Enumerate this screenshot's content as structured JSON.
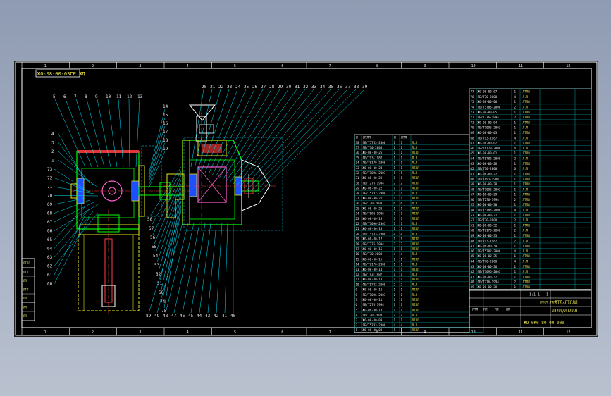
{
  "drawing": {
    "number_top": "ЖО-08-00-0ЗГЕ.ЖД",
    "number_bottom": "ЖО-0К0-80-00-000",
    "sheet_label": "ЛТКЛ ЛТЛЛ",
    "scale_cells": [
      "1:1",
      "1",
      "1"
    ]
  },
  "border": {
    "top_zones": [
      "1",
      "2",
      "3",
      "4",
      "5",
      "6",
      "7",
      "8",
      "9",
      "10",
      "11",
      "12"
    ],
    "bottom_zones": [
      "1",
      "2",
      "3",
      "4",
      "5",
      "6",
      "7",
      "8",
      "9",
      "10",
      "11",
      "12"
    ]
  },
  "callouts": {
    "top": [
      "5",
      "6",
      "7",
      "8",
      "9",
      "10",
      "11",
      "12",
      "13",
      "20",
      "21",
      "22",
      "23",
      "24",
      "25",
      "26",
      "27",
      "28",
      "29",
      "30",
      "31",
      "32",
      "33",
      "34",
      "35",
      "36",
      "37",
      "38",
      "39",
      "14",
      "15",
      "16",
      "17",
      "18",
      "19"
    ],
    "left": [
      "4",
      "3",
      "2",
      "1",
      "73",
      "72",
      "71",
      "70",
      "69",
      "68",
      "67",
      "66",
      "65",
      "64",
      "63",
      "62",
      "61",
      "60"
    ],
    "bottom": [
      "89",
      "49",
      "48",
      "47",
      "46",
      "45",
      "44",
      "43",
      "42",
      "41",
      "40",
      "58",
      "57",
      "56",
      "55",
      "54",
      "53",
      "52",
      "51",
      "50",
      "74",
      "75"
    ]
  },
  "parts_list_a": {
    "rows": [
      [
        "38",
        "ГБ/Т5783-2000",
        "1",
        "1",
        "Л.Л"
      ],
      [
        "37",
        "ГБ/Т70-2000",
        "1",
        "1",
        "Л.Л"
      ],
      [
        "36",
        "ЖО-08-00-25",
        "1",
        "1",
        "ЛТЛЛ"
      ],
      [
        "35",
        "ГБ/Т93-1987",
        "1",
        "1",
        "Л.Л"
      ],
      [
        "34",
        "ГБ/Т6170-2000",
        "1",
        "1",
        "Л.Л"
      ],
      [
        "33",
        "ЖО-08-00-24",
        "1",
        "1",
        "ЛТЛЛ"
      ],
      [
        "32",
        "ГБ/Т1096-2003",
        "1",
        "1",
        "Л.Л"
      ],
      [
        "31",
        "ЖО-08-00-23",
        "1",
        "1",
        "ЛТЛЛ"
      ],
      [
        "30",
        "ГБ/Т276-1994",
        "2",
        "2",
        "ЛТЛЛ"
      ],
      [
        "29",
        "ЖО-08-00-22",
        "1",
        "1",
        "ЛТЛЛ"
      ],
      [
        "28",
        "ГБ/Т5782-2000",
        "4",
        "4",
        "Л.Л"
      ],
      [
        "27",
        "ЖО-08-00-21",
        "1",
        "1",
        "ЛТЛЛ"
      ],
      [
        "26",
        "ГБ/Т70-2000",
        "6",
        "6",
        "Л.Л"
      ],
      [
        "25",
        "ЖО-08-00-20",
        "1",
        "1",
        "ЛТЛЛ"
      ],
      [
        "24",
        "ГБ/Т893-1986",
        "1",
        "1",
        "ЛТЛЛ"
      ],
      [
        "23",
        "ЖО-08-00-19",
        "1",
        "1",
        "ЛТЛЛ"
      ],
      [
        "22",
        "ГБ/Т1096-2003",
        "1",
        "1",
        "Л.Л"
      ],
      [
        "21",
        "ЖО-08-00-18",
        "1",
        "1",
        "ЛТЛЛ"
      ],
      [
        "20",
        "ГБ/Т5783-2000",
        "4",
        "4",
        "Л.Л"
      ],
      [
        "19",
        "ЖО-08-00-17",
        "1",
        "1",
        "ЛТЛЛ"
      ],
      [
        "18",
        "ГБ/Т276-1994",
        "2",
        "2",
        "ЛТЛЛ"
      ],
      [
        "17",
        "ЖО-08-00-16",
        "1",
        "1",
        "ЛТЛЛ"
      ],
      [
        "16",
        "ГБ/Т70-2000",
        "4",
        "4",
        "Л.Л"
      ],
      [
        "15",
        "ЖО-08-00-15",
        "1",
        "1",
        "ЛТЛЛ"
      ],
      [
        "14",
        "ГБ/Т6170-2000",
        "1",
        "1",
        "Л.Л"
      ],
      [
        "13",
        "ЖО-08-00-14",
        "1",
        "1",
        "ЛТЛЛ"
      ],
      [
        "12",
        "ГБ/Т93-1987",
        "1",
        "1",
        "Л.Л"
      ],
      [
        "11",
        "ЖО-08-00-13",
        "1",
        "1",
        "ЛТЛЛ"
      ],
      [
        "10",
        "ГБ/Т5782-2000",
        "2",
        "2",
        "Л.Л"
      ],
      [
        "9",
        "ЖО-08-00-12",
        "1",
        "1",
        "ЛТЛЛ"
      ],
      [
        "8",
        "ГБ/Т1096-2003",
        "1",
        "1",
        "Л.Л"
      ],
      [
        "7",
        "ЖО-08-00-11",
        "1",
        "1",
        "ЛТЛЛ"
      ],
      [
        "6",
        "ГБ/Т276-1994",
        "1",
        "1",
        "ЛТЛЛ"
      ],
      [
        "5",
        "ЖО-08-00-10",
        "1",
        "1",
        "ЛТЛЛ"
      ],
      [
        "4",
        "ГБ/Т70-2000",
        "2",
        "2",
        "Л.Л"
      ],
      [
        "3",
        "ЖО-08-00-09",
        "1",
        "1",
        "ЛТЛЛ"
      ],
      [
        "2",
        "ГБ/Т5783-2000",
        "4",
        "4",
        "Л.Л"
      ],
      [
        "1",
        "ЖО-08-00-08",
        "1",
        "1",
        "ЛТЛЛ"
      ]
    ],
    "header": [
      "Л",
      "ЛТЛЛ",
      "Л",
      "ЛТЛ"
    ]
  },
  "parts_list_b": {
    "rows": [
      [
        "77",
        "ЖО-08-00-07",
        "1",
        "ЛТЛЛ"
      ],
      [
        "76",
        "ГБ/Т70-2000",
        "4",
        "Л.Л"
      ],
      [
        "75",
        "ЖО-08-00-06",
        "1",
        "ЛТЛЛ"
      ],
      [
        "74",
        "ГБ/Т5783-2000",
        "2",
        "Л.Л"
      ],
      [
        "73",
        "ЖО-08-00-05",
        "1",
        "ЛТЛЛ"
      ],
      [
        "72",
        "ГБ/Т276-1994",
        "2",
        "ЛТЛЛ"
      ],
      [
        "71",
        "ЖО-08-00-04",
        "1",
        "ЛТЛЛ"
      ],
      [
        "70",
        "ГБ/Т1096-2003",
        "1",
        "Л.Л"
      ],
      [
        "69",
        "ЖО-08-00-03",
        "1",
        "ЛТЛЛ"
      ],
      [
        "68",
        "ГБ/Т93-1987",
        "4",
        "Л.Л"
      ],
      [
        "67",
        "ЖО-08-00-02",
        "1",
        "ЛТЛЛ"
      ],
      [
        "66",
        "ГБ/Т6170-2000",
        "4",
        "Л.Л"
      ],
      [
        "65",
        "ЖО-08-00-01",
        "1",
        "ЛТЛЛ"
      ],
      [
        "64",
        "ГБ/Т5782-2000",
        "2",
        "Л.Л"
      ],
      [
        "63",
        "ЖО-08-00-26",
        "1",
        "ЛТЛЛ"
      ],
      [
        "62",
        "ГБ/Т70-2000",
        "6",
        "Л.Л"
      ],
      [
        "61",
        "ЖО-08-00-27",
        "1",
        "ЛТЛЛ"
      ],
      [
        "60",
        "ГБ/Т893-1986",
        "1",
        "ЛТЛЛ"
      ],
      [
        "59",
        "ЖО-08-00-28",
        "1",
        "ЛТЛЛ"
      ],
      [
        "58",
        "ГБ/Т1096-2003",
        "1",
        "Л.Л"
      ],
      [
        "57",
        "ЖО-08-00-29",
        "1",
        "ЛТЛЛ"
      ],
      [
        "56",
        "ГБ/Т276-1994",
        "2",
        "ЛТЛЛ"
      ],
      [
        "55",
        "ЖО-08-00-30",
        "1",
        "ЛТЛЛ"
      ],
      [
        "54",
        "ГБ/Т5783-2000",
        "4",
        "Л.Л"
      ],
      [
        "53",
        "ЖО-08-00-31",
        "1",
        "ЛТЛЛ"
      ],
      [
        "52",
        "ГБ/Т70-2000",
        "2",
        "Л.Л"
      ],
      [
        "51",
        "ЖО-08-00-32",
        "1",
        "ЛТЛЛ"
      ],
      [
        "50",
        "ГБ/Т6170-2000",
        "2",
        "Л.Л"
      ],
      [
        "49",
        "ЖО-08-00-33",
        "1",
        "ЛТЛЛ"
      ],
      [
        "48",
        "ГБ/Т93-1987",
        "2",
        "Л.Л"
      ],
      [
        "47",
        "ЖО-08-00-34",
        "1",
        "ЛТЛЛ"
      ],
      [
        "46",
        "ГБ/Т5782-2000",
        "4",
        "Л.Л"
      ],
      [
        "45",
        "ЖО-08-00-35",
        "1",
        "ЛТЛЛ"
      ],
      [
        "44",
        "ГБ/Т70-2000",
        "4",
        "Л.Л"
      ],
      [
        "43",
        "ЖО-08-00-36",
        "1",
        "ЛТЛЛ"
      ],
      [
        "42",
        "ГБ/Т1096-2003",
        "1",
        "Л.Л"
      ],
      [
        "41",
        "ЖО-08-00-37",
        "1",
        "ЛТЛЛ"
      ],
      [
        "40",
        "ГБ/Т276-1994",
        "2",
        "ЛТЛЛ"
      ],
      [
        "39",
        "ЖО-08-00-38",
        "1",
        "ЛТЛЛ"
      ]
    ]
  },
  "title_block": {
    "title": "ЛТЛ/ЛТЛЛЛ",
    "subtitle": "ЛТЛЛ/ЛТЛЛЛ",
    "stamps": [
      "ЛТЛ",
      "ЛЛ",
      "ЛЛ",
      "ЛЛ"
    ]
  },
  "left_block": {
    "rows": [
      "ЛТЛЛ",
      "ЛТЛ",
      "ЛЛ",
      "ЛТЛ",
      "ЛЛ",
      "ЛЛ",
      "ЛЛ"
    ]
  },
  "colors": {
    "outline": "#00ff00",
    "leader": "#00e5ff",
    "section": "#e3e31c",
    "hatch": "#e23636",
    "frame": "#ffffff",
    "grid": "#00cfcf"
  }
}
